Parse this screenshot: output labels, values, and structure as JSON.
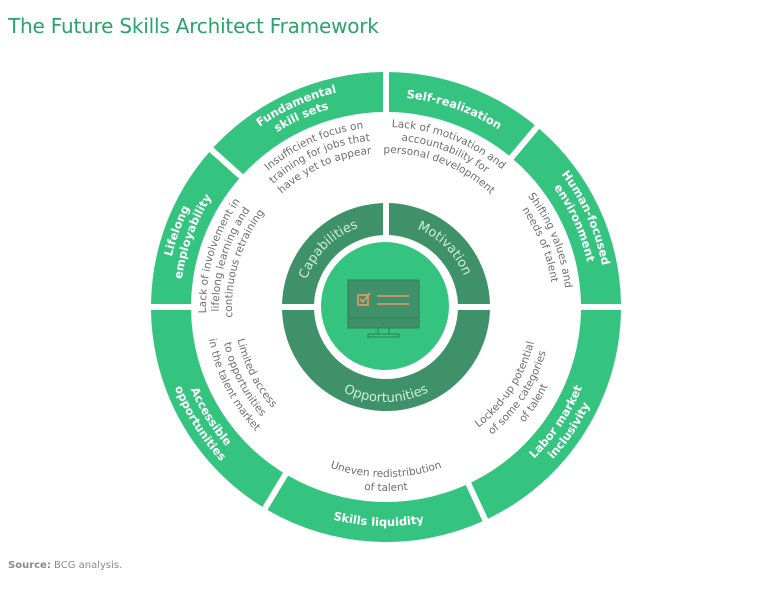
{
  "title": "The Future Skills Architect Framework",
  "source": {
    "label": "Source:",
    "text": "BCG analysis."
  },
  "colors": {
    "outer_ring": "#34c47f",
    "inner_ring": "#3e9169",
    "center": "#34c47f",
    "icon_screen": "#3e9169",
    "icon_accent": "#f0956a",
    "title": "#2aa36c"
  },
  "outer_segments": [
    {
      "label": [
        "Self-realization"
      ],
      "description": [
        "Lack of motivation and",
        "accountability for",
        "personal development"
      ]
    },
    {
      "label": [
        "Human-focused",
        "environment"
      ],
      "description": [
        "Shifting values and",
        "needs of talent"
      ]
    },
    {
      "label": [
        "Labor market",
        "inclusivity"
      ],
      "description": [
        "Locked-up potential",
        "of some categories",
        "of talent"
      ]
    },
    {
      "label": [
        "Skills liquidity"
      ],
      "description": [
        "Uneven redistribution",
        "of talent"
      ]
    },
    {
      "label": [
        "Accessible",
        "opportunities"
      ],
      "description": [
        "Limited access",
        "to opportunities",
        "in the talent market"
      ]
    },
    {
      "label": [
        "Lifelong",
        "employability"
      ],
      "description": [
        "Lack of involvement in",
        "lifelong learning and",
        "continuous retraining"
      ]
    },
    {
      "label": [
        "Fundamental",
        "skill sets"
      ],
      "description": [
        "Insufficient focus on",
        "training for jobs that",
        "have yet to appear"
      ]
    }
  ],
  "inner_segments": [
    {
      "label": "Motivation"
    },
    {
      "label": "Opportunities"
    },
    {
      "label": "Capabilities"
    }
  ],
  "center_icon": "monitor-checklist-icon"
}
